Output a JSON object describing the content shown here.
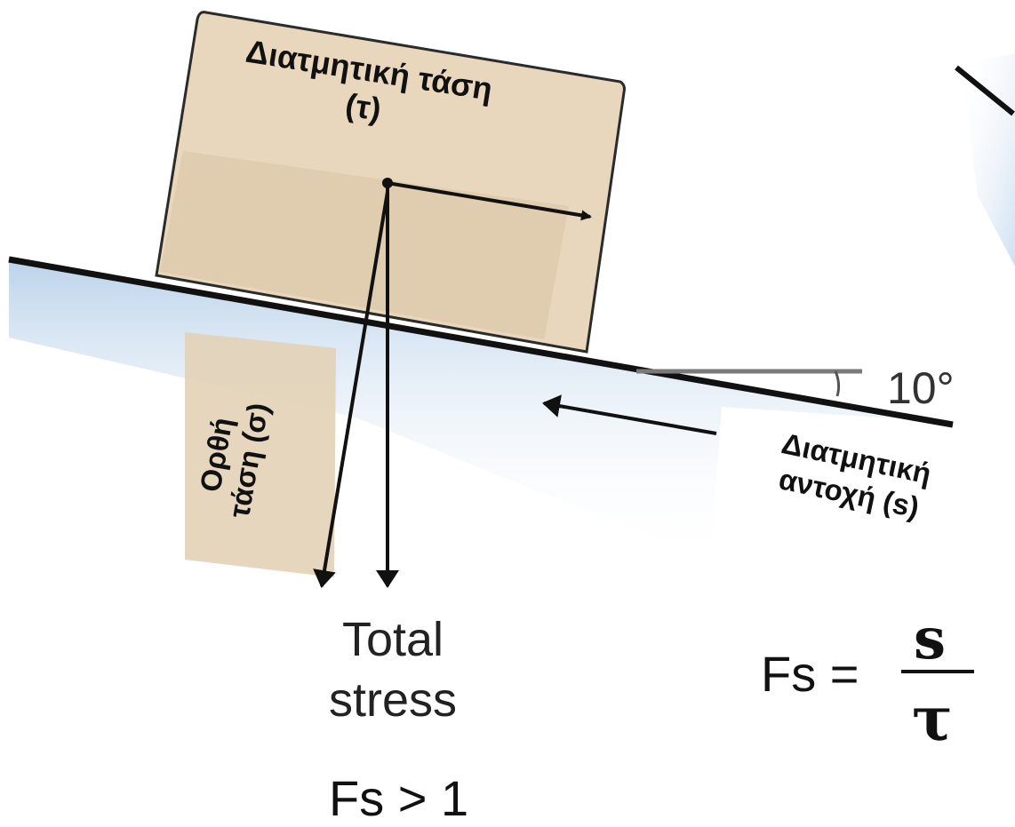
{
  "labels": {
    "shear_stress_line1": "Διατμητική τάση",
    "shear_stress_line2": "(τ)",
    "normal_stress_line1": "Ορθή",
    "normal_stress_line2": "τάση (σ)",
    "shear_strength_line1": "Διατμητική",
    "shear_strength_line2": "αντοχή (s)",
    "slope_angle": "10°",
    "total_stress_line1": "Total",
    "total_stress_line2": "stress",
    "fs_condition": "Fs > 1"
  },
  "formula": {
    "lhs": "Fs =",
    "numerator": "s",
    "denominator": "τ"
  },
  "colors": {
    "block_fill": "#e8d7bd",
    "block_outline": "#2b2b2b",
    "slope_line": "#111111",
    "slope_shadow": "#c9dcef",
    "arrows": "#111111",
    "horizontal_reference": "#7a7a7a"
  }
}
